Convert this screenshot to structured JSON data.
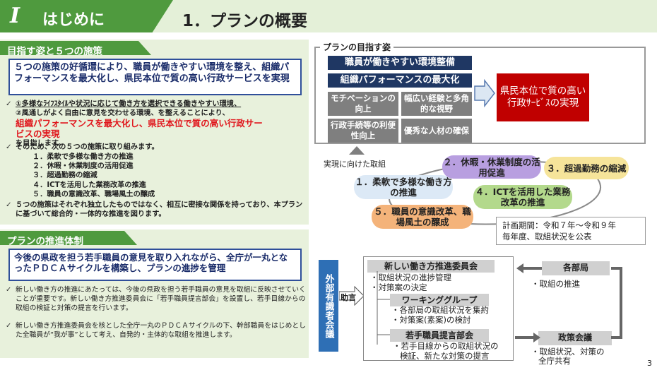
{
  "header": {
    "section_roman": "I",
    "section_name": "はじめに",
    "title": "1．プランの概要"
  },
  "left": {
    "panel1": {
      "tab": "目指す姿と５つの施策",
      "summary": "５つの施策の好循環により、職員が働きやすい環境を整え、組織パフォーマンスを最大化し、県民本位で質の高い行政サービスを実現",
      "check1_line1": "①多様なﾗｲﾌｽﾀｲﾙや状況に応じて働き方を選択できる働きやすい環境、",
      "check1_line2": "②風通しがよく自由に意見を交わせる環境、を整えることにより、",
      "red_text": "組織パフォーマンスを最大化し、県民本位で質の高い行政サービスの実現",
      "check1_tail": "を目指します。",
      "check2": "そのため、次の５つの施策に取り組みます。",
      "measures": [
        "１．柔軟で多様な働き方の推進",
        "２．休暇・休業制度の活用促進",
        "３．超過勤務の縮減",
        "４．ICTを活用した業務改革の推進",
        "５．職員の意識改革、職場風土の醸成"
      ],
      "check3": "５つの施策はそれぞれ独立したものではなく、相互に密接な関係を持っており、本プランに基づいて総合的・一体的な推進を図ります。"
    },
    "panel2": {
      "tab": "プランの推進体制",
      "summary": "今後の県政を担う若手職員の意見を取り入れながら、全庁が一丸となったＰＤＣＡサイクルを構築し、プランの進捗を管理",
      "check1": "新しい働き方の推進にあたっては、今後の県政を担う若手職員の意見を取組に反映させていくことが重要です。新しい働き方推進委員会に「若手職員提言部会」を設置し、若手目線からの取組の検証と対策の提言を行います。",
      "check2": "新しい働き方推進委員会を核とした全庁一丸のＰＤＣＡサイクルの下、幹部職員をはじめとした全職員が“我が事”として考え、自発的・主体的な取組を推進します。"
    }
  },
  "right": {
    "goal_frame_label": "プランの目指す姿",
    "bar1": "職員が働きやすい環境整備",
    "bar2": "組織パフォーマンスの最大化",
    "cells": [
      "モチベーションの向上",
      "幅広い経験と多角的な視野",
      "行政手続等の利便性向上",
      "優秀な人材の確保"
    ],
    "goal_box": "県民本位で質の高い行政ｻｰﾋﾞｽの実現",
    "initiatives_label": "実現に向けた取組",
    "pills": [
      "１．柔軟で多様な働き方の推進",
      "２．休暇・休業制度の活用促進",
      "３．超過勤務の縮減",
      "４．ICTを活用した業務改革の推進",
      "５．職員の意識改革、職場風土の醸成"
    ],
    "plan_period_line1": "計画期間：令和７年～令和９年",
    "plan_period_line2": "毎年度、取組状況を公表",
    "external": "外部有識者会議",
    "advice": "助言",
    "committee": "新しい働き方推進委員会",
    "committee_items": [
      "・取組状況の進捗管理",
      "・対策案の決定"
    ],
    "wg": "ワーキンググループ",
    "wg_items": [
      "・各部局の取組状況を集約",
      "・対策案(素案)の検討"
    ],
    "youth": "若手職員提言部会",
    "youth_items": [
      "・若手目線からの取組状況の",
      "検証、新たな対策の提言"
    ],
    "dept": "各部局",
    "dept_item": "・取組の推進",
    "policy": "政策会議",
    "policy_items": [
      "・取組状況、対策の",
      "全庁共有"
    ]
  },
  "page_number": "3",
  "colors": {
    "green": "#4f9a3e",
    "light_green": "#e8f1dc",
    "navy": "#1f3763",
    "red": "#c00000",
    "pill_blue": "#dce9f6",
    "pill_purple": "#b89fe0",
    "pill_yellow": "#f6e49a",
    "pill_green": "#b3d98c",
    "pill_orange": "#f4b37a"
  }
}
